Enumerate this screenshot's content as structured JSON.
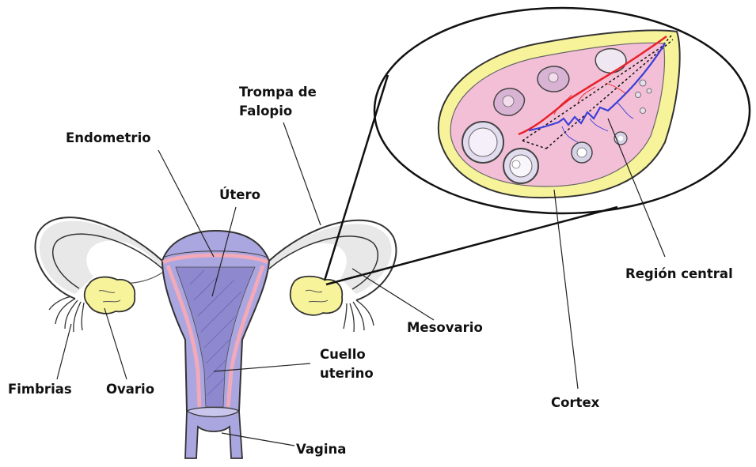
{
  "labels": {
    "trompa_line1": "Trompa de",
    "trompa_line2": "Falopio",
    "endometrio": "Endometrio",
    "utero": "Útero",
    "region_central": "Región central",
    "mesovario": "Mesovario",
    "cuello_line1": "Cuello",
    "cuello_line2": "uterino",
    "fimbrias": "Fimbrias",
    "ovario": "Ovario",
    "cortex": "Cortex",
    "vagina": "Vagina"
  },
  "colors": {
    "uterus_fill": "#aaa6df",
    "uterus_stroke": "#4a4a4a",
    "endometrium_pink": "#f2a9b9",
    "ovary_yellow": "#f7f39a",
    "ovary_tissue_pink": "#f3bfd6",
    "tube_grey": "#e8e8e8",
    "artery_red": "#e8222a",
    "vein_blue": "#3b3fd9"
  }
}
